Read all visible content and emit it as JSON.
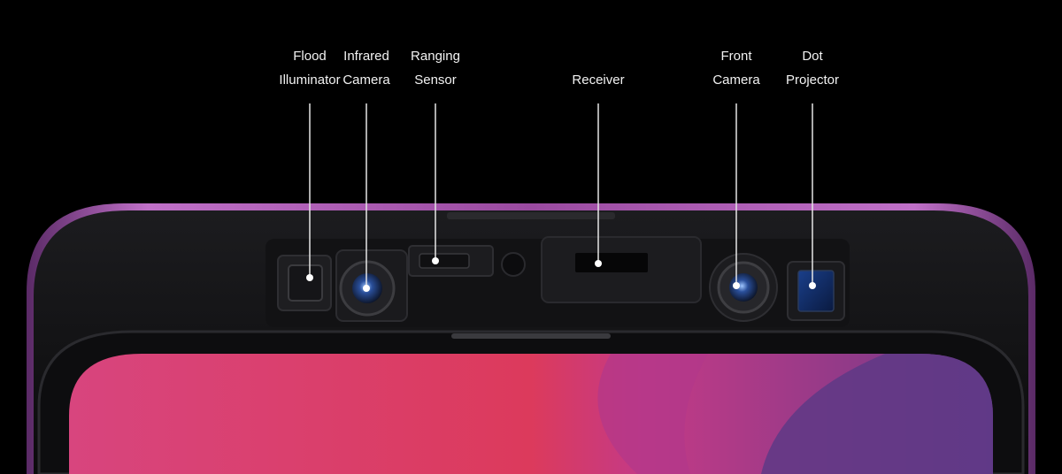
{
  "colors": {
    "background": "#000000",
    "label_text": "#f2f2f2",
    "leader_line": "#e6e6e6",
    "phone_rim": "#b45fb0",
    "screen_magenta": "#d83a78",
    "screen_purple": "#8e3a90"
  },
  "components": [
    {
      "id": "flood-illuminator",
      "lines": [
        "Flood",
        "Illuminator"
      ]
    },
    {
      "id": "infrared-camera",
      "lines": [
        "Infrared",
        "Camera"
      ]
    },
    {
      "id": "ranging-sensor",
      "lines": [
        "Ranging",
        "Sensor"
      ]
    },
    {
      "id": "receiver",
      "lines": [
        "Receiver"
      ]
    },
    {
      "id": "front-camera",
      "lines": [
        "Front",
        "Camera"
      ]
    },
    {
      "id": "dot-projector",
      "lines": [
        "Dot",
        "Projector"
      ]
    }
  ]
}
